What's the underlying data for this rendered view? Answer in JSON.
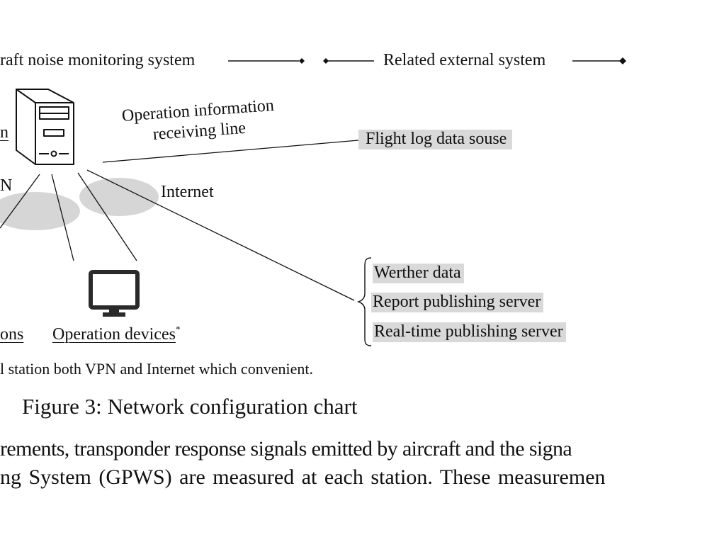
{
  "figure": {
    "legend": {
      "left_label": "raft noise monitoring system",
      "right_label": "Related external system"
    },
    "left_label_fragment": "n",
    "vpn_label_fragment": "N",
    "internet_label": "Internet",
    "operation_line_label_1": "Operation information",
    "operation_line_label_2": "receiving line",
    "flight_log_label": "Flight log data souse",
    "external_group": [
      "Werther data",
      "Report publishing server",
      "Real-time publishing server"
    ],
    "stations_label_fragment": "ons",
    "operation_devices_label": "Operation devices",
    "operation_devices_mark": "*",
    "footnote": "l station both VPN and Internet which convenient.",
    "icons": {
      "server": "server-tower-icon",
      "monitor": "monitor-icon"
    },
    "colors": {
      "highlight": "#d9d9d9",
      "cloud": "#d6d6d6",
      "line": "#111111"
    }
  },
  "caption": "Figure 3: Network configuration chart",
  "body_text": [
    "rements, transponder response signals emitted by aircraft and the signa",
    "ng System (GPWS) are measured at each station. These measuremen"
  ]
}
